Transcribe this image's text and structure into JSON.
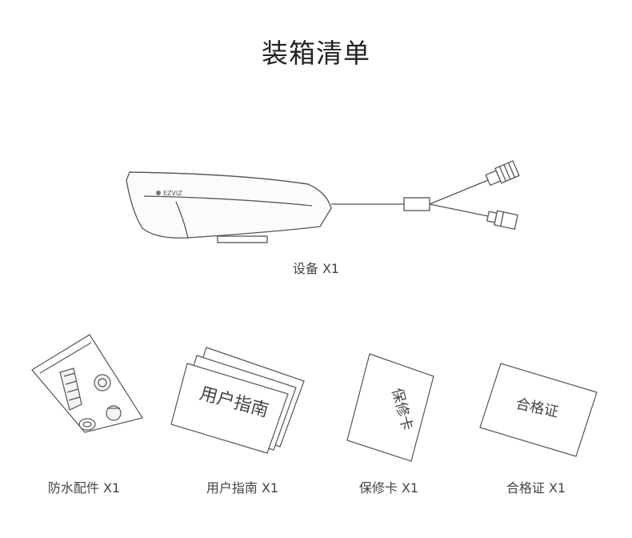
{
  "page": {
    "title": "装箱清单"
  },
  "device": {
    "brand": "EZVIZ",
    "label": "设备 X1"
  },
  "accessories": [
    {
      "caption": "防水配件 X1"
    },
    {
      "caption": "用户指南 X1",
      "cover_text": "用户指南"
    },
    {
      "caption": "保修卡 X1",
      "cover_text": "保修卡"
    },
    {
      "caption": "合格证 X1",
      "cover_text": "合格证"
    }
  ]
}
